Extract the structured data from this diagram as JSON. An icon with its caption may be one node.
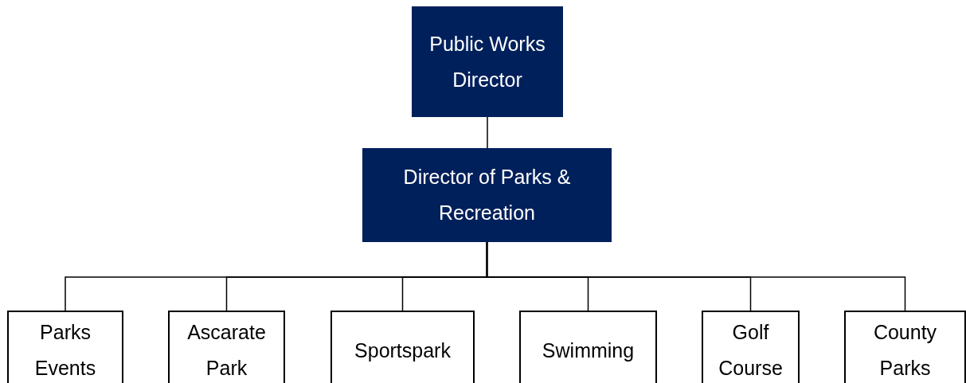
{
  "diagram": {
    "nodes": [
      {
        "text": [
          "Public Works Director"
        ]
      },
      {
        "text": [
          "Director of Parks & Recreation"
        ]
      },
      {
        "text": [
          "Parks Events"
        ]
      },
      {
        "text": [
          "Ascarate Park"
        ]
      },
      {
        "text": [
          "Sportspark"
        ]
      },
      {
        "text": [
          "Swimming"
        ]
      },
      {
        "text": [
          "Golf Course"
        ]
      },
      {
        "text": [
          "County Parks"
        ]
      }
    ],
    "edges": [
      {
        "from": 0,
        "to": 1,
        "arrow": "none"
      },
      {
        "from": 1,
        "to": 2,
        "arrow": "none"
      },
      {
        "from": 1,
        "to": 3,
        "arrow": "none"
      },
      {
        "from": 1,
        "to": 4,
        "arrow": "none"
      },
      {
        "from": 1,
        "to": 5,
        "arrow": "none"
      },
      {
        "from": 1,
        "to": 6,
        "arrow": "none"
      },
      {
        "from": 1,
        "to": 7,
        "arrow": "none"
      }
    ]
  }
}
